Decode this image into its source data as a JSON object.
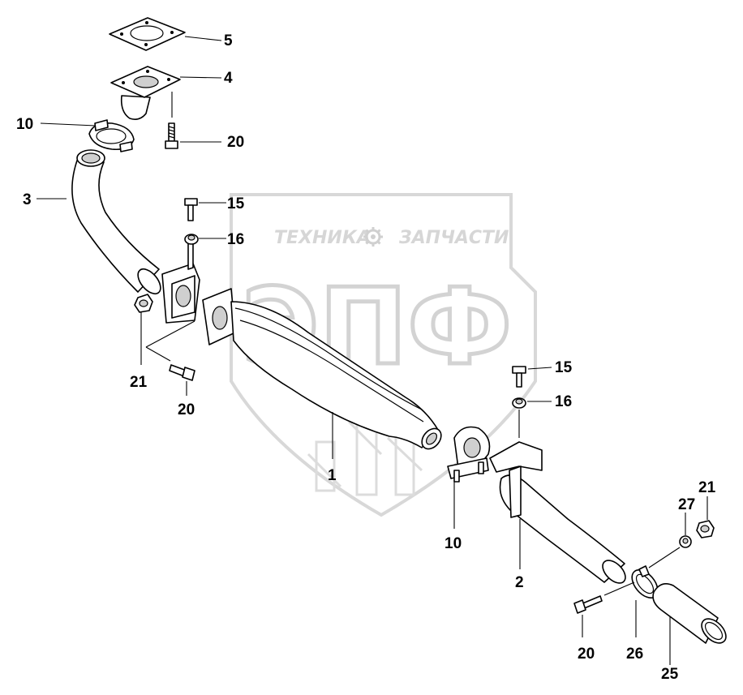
{
  "watermark": {
    "left_text": "ТЕХНИКА",
    "right_text": "ЗАПЧАСТИ",
    "logo_text": "ЭПФ",
    "gear_icon": "gear-icon"
  },
  "callouts": {
    "c5": "5",
    "c4": "4",
    "c10_top": "10",
    "c20_top": "20",
    "c3": "3",
    "c15_mid": "15",
    "c16_mid": "16",
    "c21_left": "21",
    "c20_left": "20",
    "c1": "1",
    "c15_right": "15",
    "c16_right": "16",
    "c10_bottom": "10",
    "c2": "2",
    "c27": "27",
    "c21_right": "21",
    "c20_bottom": "20",
    "c26": "26",
    "c25": "25"
  }
}
